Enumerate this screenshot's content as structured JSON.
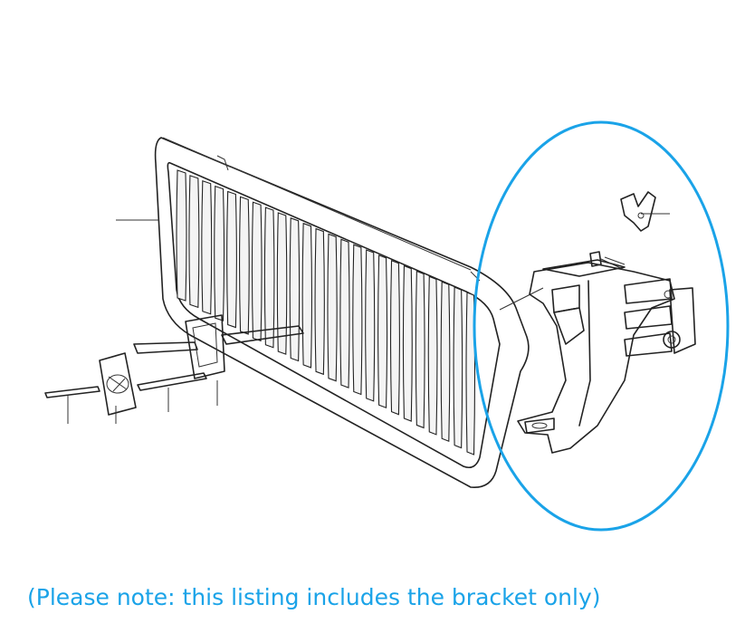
{
  "caption": "(Please note: this listing includes the bracket only)",
  "colors": {
    "highlight": "#1aa3e8",
    "caption": "#1aa3e8",
    "linework": "#222222"
  },
  "highlight_shape": "ellipse-outline",
  "parts": [
    "grille",
    "emblem-bar",
    "badge",
    "trim-strip-left",
    "trim-strip-right",
    "bracket",
    "clip",
    "screw"
  ]
}
